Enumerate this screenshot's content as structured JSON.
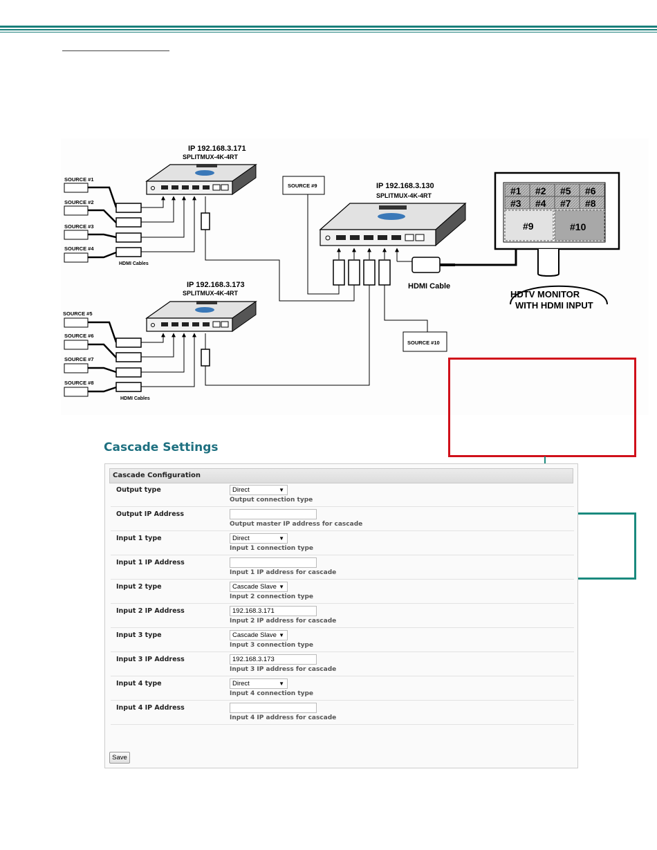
{
  "colors": {
    "header_teal": "#1a7f7a",
    "annot_red": "#d0101a",
    "annot_teal": "#1a8a7e",
    "title_teal": "#1e7080"
  },
  "diagram": {
    "top_unit": {
      "ip": "IP 192.168.3.171",
      "model": "SPLITMUX-4K-4RT"
    },
    "bottom_unit": {
      "ip": "IP 192.168.3.173",
      "model": "SPLITMUX-4K-4RT"
    },
    "main_unit": {
      "ip": "IP 192.168.3.130",
      "model": "SPLITMUX-4K-4RT"
    },
    "sources_top": [
      "SOURCE #1",
      "SOURCE #2",
      "SOURCE #3",
      "SOURCE #4"
    ],
    "sources_bottom": [
      "SOURCE #5",
      "SOURCE #6",
      "SOURCE #7",
      "SOURCE #8"
    ],
    "source9": "SOURCE #9",
    "source10": "SOURCE #10",
    "hdmi_cables": "HDMI Cables",
    "hdmi_cable": "HDMI Cable",
    "monitor_line1": "HDTV MONITOR",
    "monitor_line2": "WITH HDMI INPUT",
    "screen_tiles": [
      "#1",
      "#2",
      "#5",
      "#6",
      "#3",
      "#4",
      "#7",
      "#8"
    ],
    "tile9": "#9",
    "tile10": "#10"
  },
  "settings": {
    "title": "Cascade Settings",
    "panel_title": "Cascade Configuration",
    "rows": [
      {
        "label": "Output type",
        "type": "select",
        "value": "Direct",
        "help": "Output connection type"
      },
      {
        "label": "Output IP Address",
        "type": "input",
        "value": "",
        "help": "Output master IP address for cascade"
      },
      {
        "label": "Input 1 type",
        "type": "select",
        "value": "Direct",
        "help": "Input 1 connection type"
      },
      {
        "label": "Input 1 IP Address",
        "type": "input",
        "value": "",
        "help": "Input 1 IP address for cascade"
      },
      {
        "label": "Input 2 type",
        "type": "select",
        "value": "Cascade Slave",
        "help": "Input 2 connection type"
      },
      {
        "label": "Input 2 IP Address",
        "type": "input",
        "value": "192.168.3.171",
        "help": "Input 2 IP address for cascade"
      },
      {
        "label": "Input 3 type",
        "type": "select",
        "value": "Cascade Slave",
        "help": "Input 3 connection type"
      },
      {
        "label": "Input 3 IP Address",
        "type": "input",
        "value": "192.168.3.173",
        "help": "Input 3 IP address for cascade"
      },
      {
        "label": "Input 4 type",
        "type": "select",
        "value": "Direct",
        "help": "Input 4 connection type"
      },
      {
        "label": "Input 4 IP Address",
        "type": "input",
        "value": "",
        "help": "Input 4 IP address for cascade"
      }
    ],
    "save_label": "Save"
  }
}
